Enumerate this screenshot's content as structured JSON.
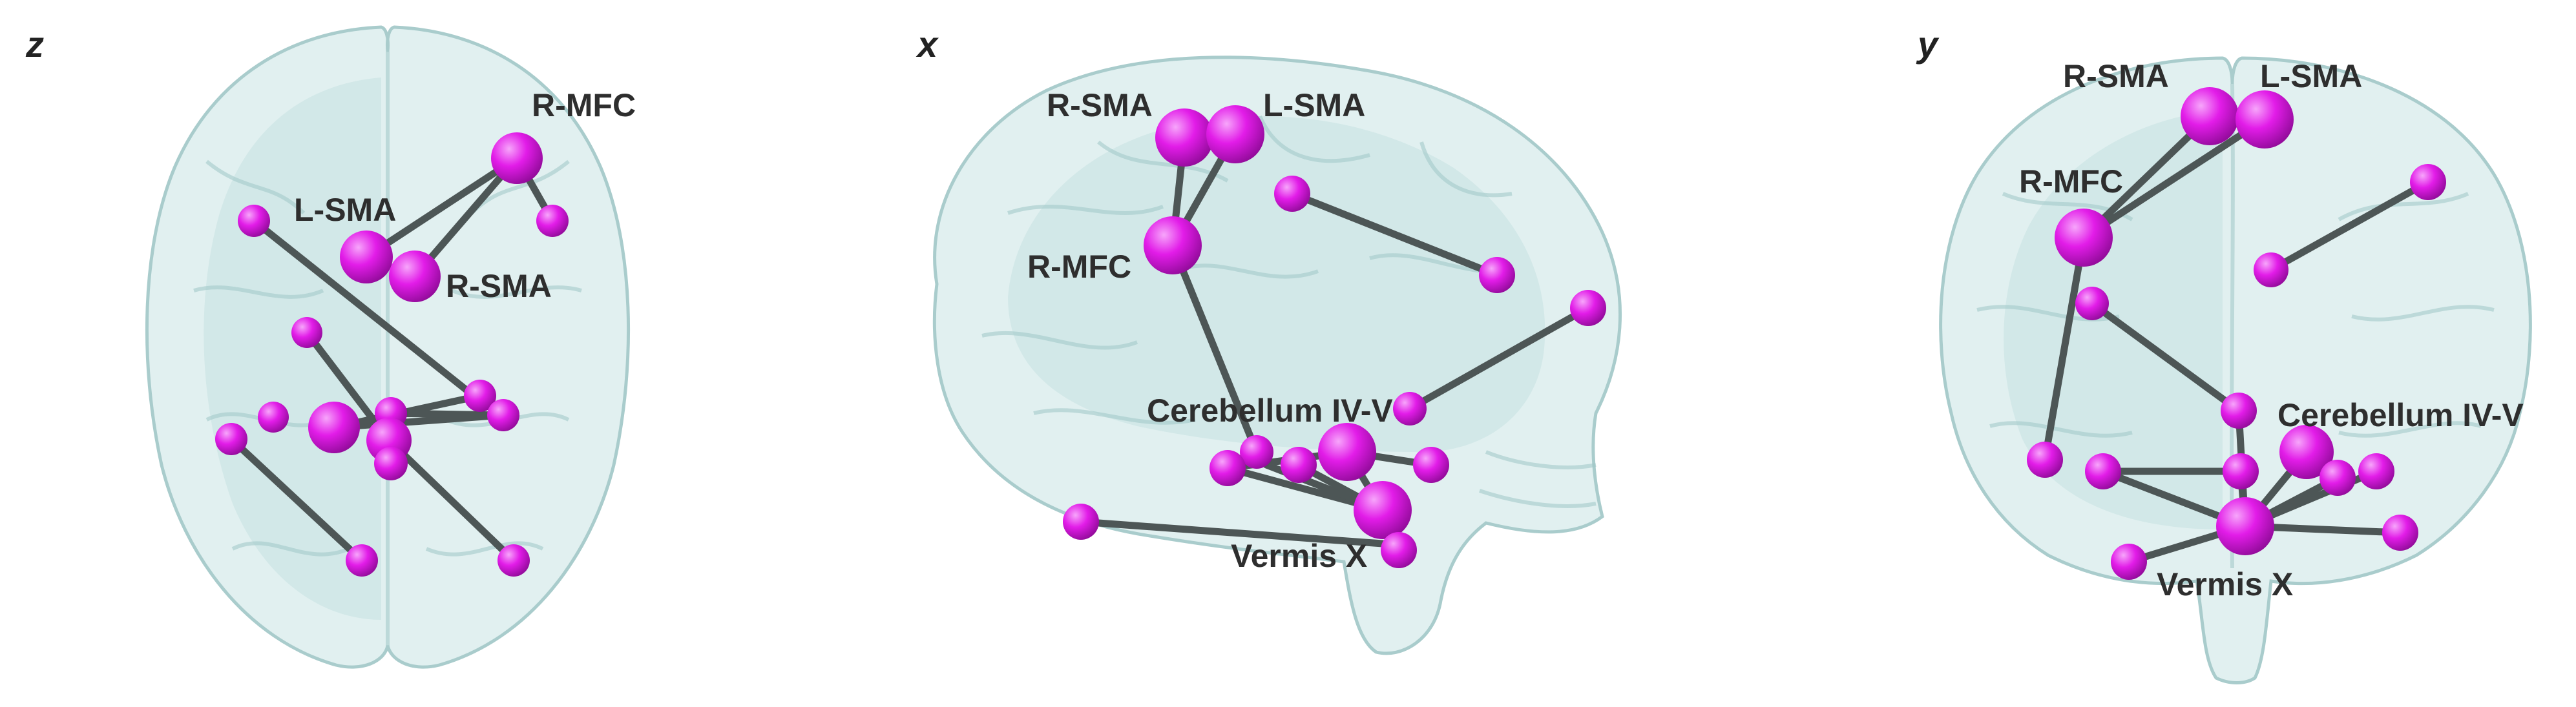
{
  "colors": {
    "node": "#e21ce8",
    "node_highlight": "#f7a6fb",
    "node_shadow": "#8e0a96",
    "edge": "#4d5656",
    "brain_fill": "#c9e4e4",
    "brain_stroke": "#a9cccc"
  },
  "panels": [
    {
      "id": "axial",
      "letter": "z",
      "labels": [
        "R-MFC",
        "L-SMA",
        "R-SMA"
      ]
    },
    {
      "id": "sagittal",
      "letter": "x",
      "labels": [
        "R-SMA",
        "L-SMA",
        "R-MFC",
        "Cerebellum IV-V",
        "Vermis X"
      ]
    },
    {
      "id": "coronal",
      "letter": "y",
      "labels": [
        "R-SMA",
        "L-SMA",
        "R-MFC",
        "Cerebellum IV-V",
        "Vermis X"
      ]
    }
  ]
}
